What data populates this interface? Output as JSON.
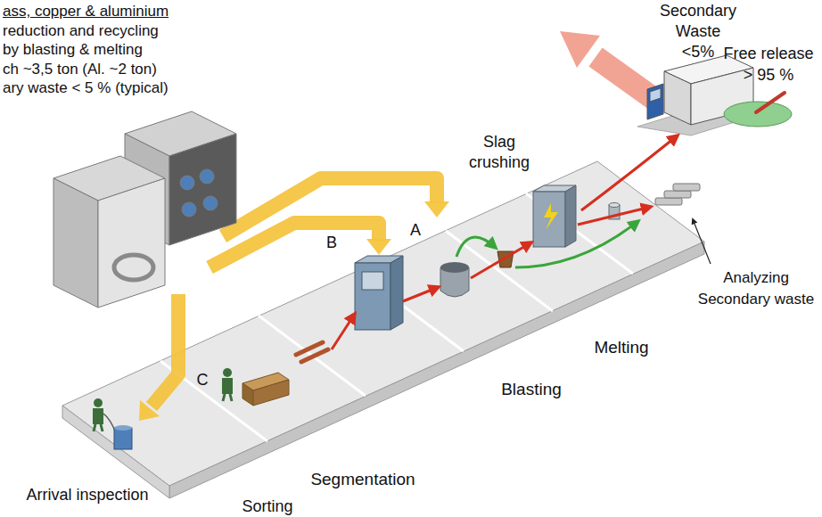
{
  "diagram": {
    "labels": [
      "ass, copper & aluminium",
      "reduction and recycling",
      "by blasting & melting",
      "ch ~3,5 ton (Al. ~2 ton)",
      "ary waste < 5 % (typical)",
      "Secondary Waste <5%",
      "Free release > 95 %",
      "Slag crushing",
      "A",
      "B",
      "C",
      "Analyzing Secondary waste",
      "Melting",
      "Blasting",
      "Segmentation",
      "Arrival inspection",
      "Sorting"
    ]
  }
}
